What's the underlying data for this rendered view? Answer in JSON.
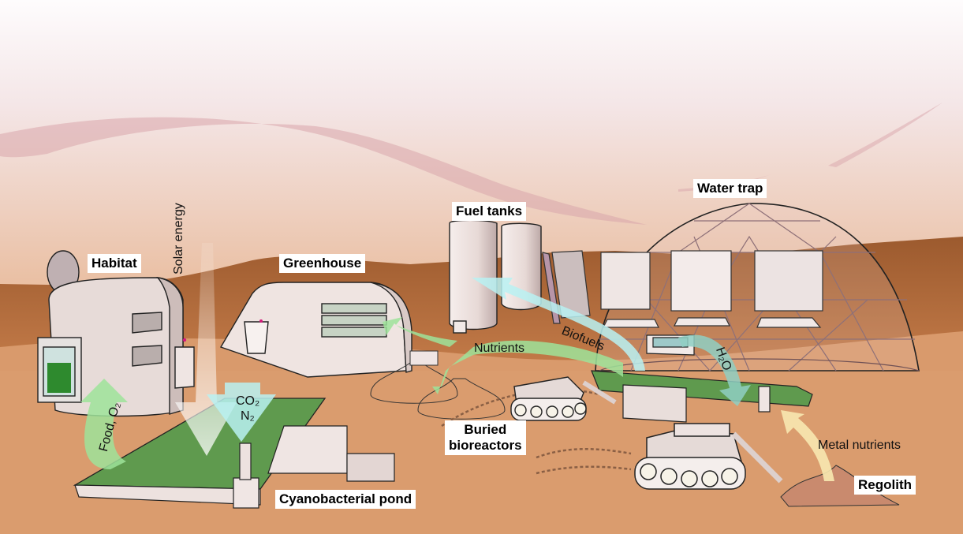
{
  "title": "Mars base bioregenerative system",
  "labels": {
    "habitat": "Habitat",
    "greenhouse": "Greenhouse",
    "fuel_tanks": "Fuel tanks",
    "water_trap": "Water trap",
    "cyanobacterial_pond": "Cyanobacterial pond",
    "buried_bioreactors_line1": "Buried",
    "buried_bioreactors_line2": "bioreactors",
    "regolith": "Regolith"
  },
  "flows": {
    "solar_energy": "Solar energy",
    "food_o2": "Food, O₂",
    "co2": "CO₂",
    "n2": "N₂",
    "nutrients": "Nutrients",
    "biofuels": "Biofuels",
    "h2o": "H₂O",
    "metal_nutrients": "Metal nutrients"
  },
  "colors": {
    "sky_top": "#fdfbfc",
    "sky_bottom": "#e9bfa3",
    "ground_far": "#a86434",
    "ground_near": "#d99a6c",
    "pond_green": "#5f9a4e",
    "arrow_green": "#9ee39a",
    "arrow_cyan": "#b9f1f2",
    "arrow_teal": "#8fcfc3",
    "arrow_yellow": "#f7e8b0",
    "structure": "#ede2df"
  }
}
